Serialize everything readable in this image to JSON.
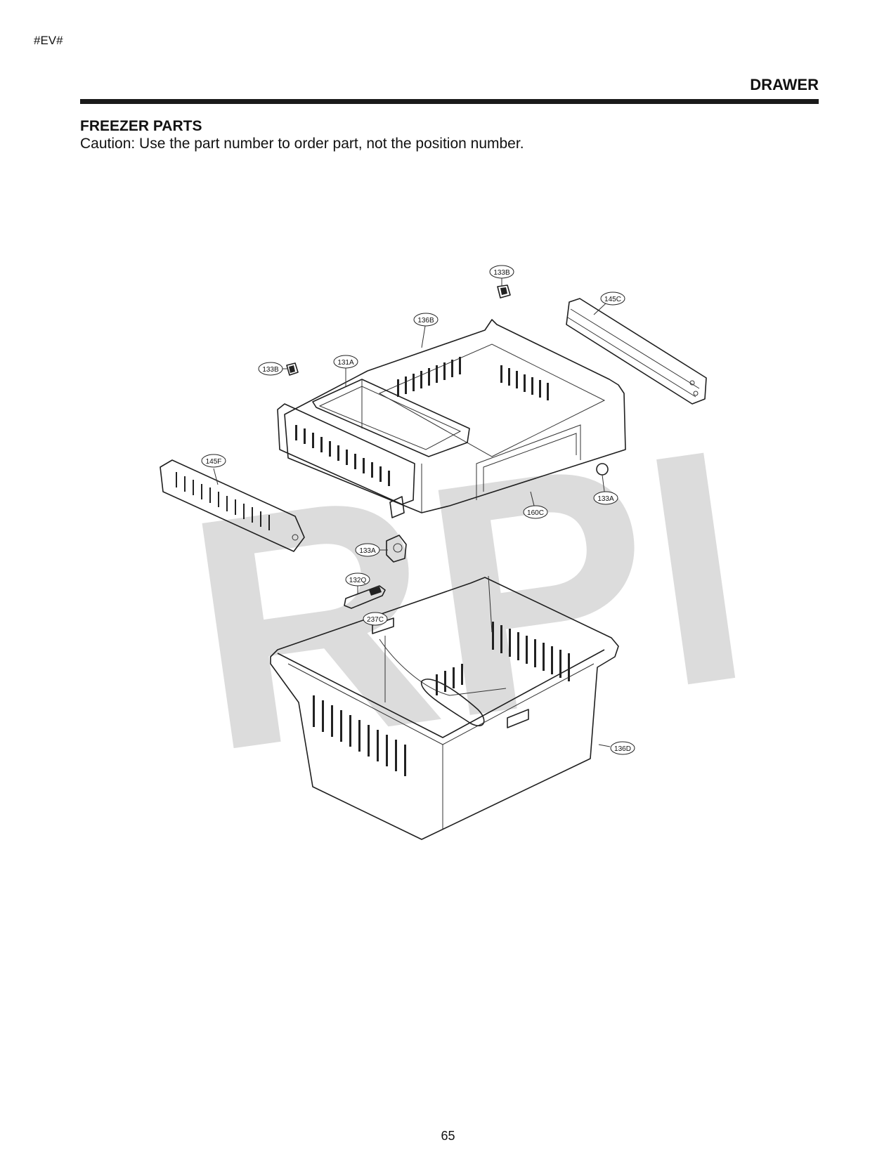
{
  "header": {
    "corner_mark": "#EV#",
    "section_title": "DRAWER"
  },
  "content": {
    "heading": "FREEZER PARTS",
    "caution": "Caution: Use the part number to order part, not the position number."
  },
  "diagram": {
    "watermark": "RPI",
    "callouts": {
      "c133b_top": "133B",
      "c145c": "145C",
      "c136b": "136B",
      "c133b_left": "133B",
      "c131a": "131A",
      "c145f": "145F",
      "c160c": "160C",
      "c133a_right": "133A",
      "c133a_mid": "133A",
      "c132q": "132Q",
      "c237c": "237C",
      "c136d": "136D"
    }
  },
  "footer": {
    "page_number": "65"
  }
}
